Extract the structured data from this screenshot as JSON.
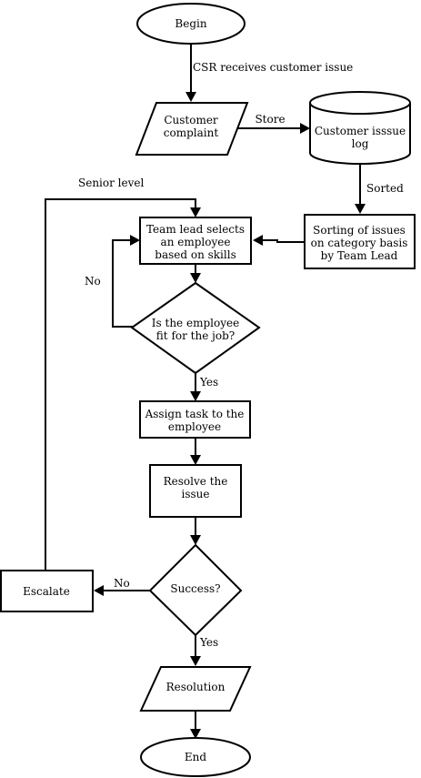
{
  "nodes": {
    "begin": "Begin",
    "customer_complaint": [
      "Customer",
      "complaint"
    ],
    "issue_log": [
      "Customer isssue",
      "log"
    ],
    "sorting": [
      "Sorting of issues",
      "on category basis",
      "by Team Lead"
    ],
    "team_lead_selects": [
      "Team lead selects",
      "an employee",
      "based on skills"
    ],
    "fit_decision": [
      "Is the employee",
      "fit for the job?"
    ],
    "assign_task": [
      "Assign task to the",
      "employee"
    ],
    "resolve_issue": [
      "Resolve the",
      "issue"
    ],
    "success_decision": "Success?",
    "escalate": "Escalate",
    "resolution": "Resolution",
    "end": "End"
  },
  "edge_labels": {
    "csr_receives": "CSR receives customer issue",
    "store": "Store",
    "sorted": "Sorted",
    "fit_no": "No",
    "fit_yes": "Yes",
    "success_no": "No",
    "success_yes": "Yes",
    "senior_level": "Senior level"
  }
}
